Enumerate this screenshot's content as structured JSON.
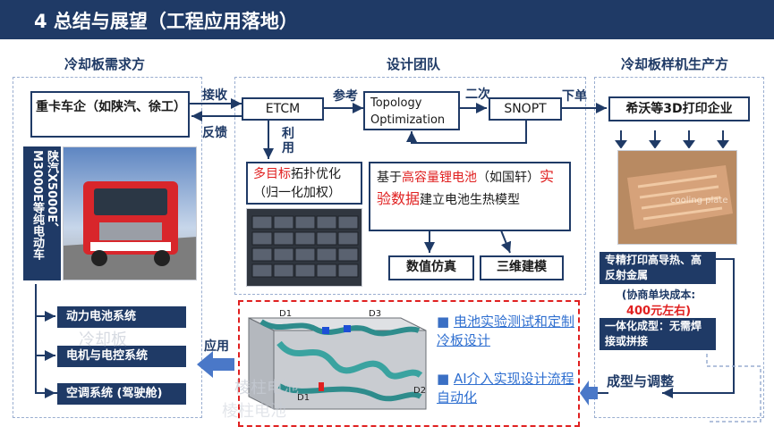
{
  "title": "4 总结与展望（工程应用落地）",
  "sections": {
    "left": "冷却板需求方",
    "mid": "设计团队",
    "right": "冷却板样机生产方"
  },
  "nodes": {
    "truck_company": "重卡车企（如陕汽、徐工）",
    "truck_vertical": "陕汽X5000E、M3000E等纯电动车",
    "etcm": "ETCM",
    "topology": "Topology Optimization",
    "snopt": "SNOPT",
    "printer": "希沃等3D打印企业",
    "multi_obj_red": "多目标",
    "multi_obj_rest": "拓扑优化（归一化加权）",
    "battery_pre": "基于",
    "battery_red1": "高容量锂电池",
    "battery_mid": "（如国轩）",
    "battery_red2": "实验数据",
    "battery_post": "建立电池生热模型",
    "numerical": "数值仿真",
    "modeling3d": "三维建模",
    "power_battery": "动力电池系统",
    "motor": "电机与电控系统",
    "aircon": "空调系统 (驾驶舱)",
    "specialty": "专精打印高导热、高反射金属",
    "cost_label": "(协商单块成本:",
    "cost_value": "400元左右)",
    "integrated": "一体化成型：无需焊接或拼接"
  },
  "edges": {
    "receive": "接收",
    "feedback": "反馈",
    "reference": "参考",
    "secondary": "二次",
    "utilize": "利用",
    "order": "下单",
    "apply": "应用",
    "form_adjust": "成型与调整"
  },
  "bullets": [
    "电池实验测试和定制冷板设计",
    "AI介入实现设计流程自动化"
  ],
  "model": {
    "d1": "D1",
    "d2": "D2",
    "d3": "D3",
    "wm_plate": "冷却板",
    "wm_prism": "棱柱电池",
    "wm_prism2": "棱柱电池"
  },
  "photo_watermark": "cooling plate",
  "colors": {
    "navy": "#1f3a66",
    "accent_red": "#e02020",
    "link_blue": "#2f6fd0",
    "dashed": "#9aaed0"
  }
}
